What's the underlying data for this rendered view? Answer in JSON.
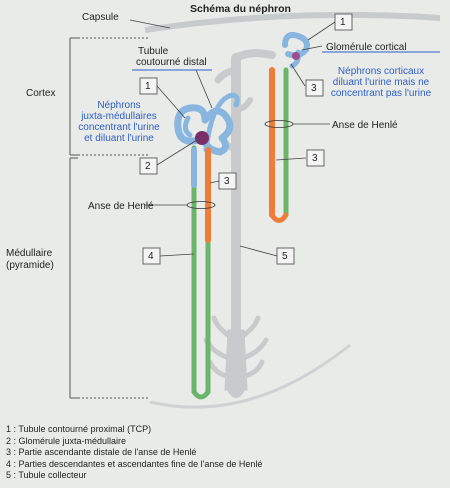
{
  "title": "Schéma du néphron",
  "labels": {
    "capsule": "Capsule",
    "cortex": "Cortex",
    "medulla": "Médullaire",
    "pyramid": "(pyramide)",
    "distal_tubule_line1": "Tubule",
    "distal_tubule_line2": "coutourné distal",
    "cortical_glomerulus": "Glomérule cortical",
    "henle_loop": "Anse de Henlé",
    "juxta_line1": "Néphrons",
    "juxta_line2": "juxta-médullaires",
    "juxta_line3": "concentrant l'urine",
    "juxta_line4": "et diluant l'urine",
    "cortical_line1": "Néphrons corticaux",
    "cortical_line2": "diluant l'urine mais ne",
    "cortical_line3": "concentrant pas l'urine"
  },
  "boxes": {
    "one": "1",
    "two": "2",
    "three": "3",
    "four": "4",
    "five": "5"
  },
  "legend": [
    "1 : Tubule contourné proximal (TCP)",
    "2 : Glomérule juxta-médullaire",
    "3 : Partie ascendante distale de l'anse de Henlé",
    "4 : Parties descendantes et ascendantes fine de l'anse de Henlé",
    "5 : Tubule collecteur"
  ],
  "colors": {
    "proximal_tubule": "#88b6de",
    "thick_ascending": "#ee7d3a",
    "thin_limbs": "#6bb56a",
    "collecting_tubule": "#c9cacb",
    "glomerulus": "#7a2f6a",
    "annotation_blue": "#2e5fc7"
  }
}
